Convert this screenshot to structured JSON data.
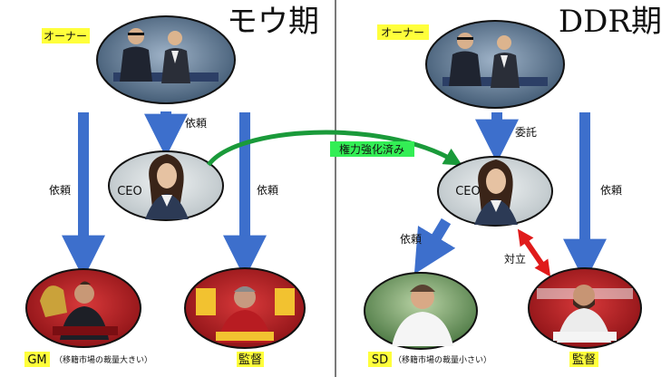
{
  "left": {
    "title": "モウ期",
    "owner_label": "オーナー",
    "edge_owner_ceo": "依頼",
    "edge_owner_gm": "依頼",
    "edge_owner_coach": "依頼",
    "ceo_label": "CEO",
    "gm_label": "GM",
    "gm_note": "（移籍市場の裁量大きい）",
    "coach_label": "監督"
  },
  "right": {
    "title": "DDR期",
    "owner_label": "オーナー",
    "edge_owner_ceo": "委託",
    "edge_owner_coach": "依頼",
    "ceo_label": "CEO",
    "edge_ceo_sd": "依頼",
    "edge_conflict": "対立",
    "sd_label": "SD",
    "sd_note": "（移籍市場の裁量小さい）",
    "coach_label": "監督"
  },
  "bridge_label": "権力強化済み",
  "colors": {
    "highlight_yellow": "#ffff3b",
    "highlight_green": "#33ee55",
    "arrow_blue": "#3d6fcc",
    "arrow_green": "#1a9a3a",
    "arrow_red": "#e01a1a",
    "node_border": "#111111"
  }
}
